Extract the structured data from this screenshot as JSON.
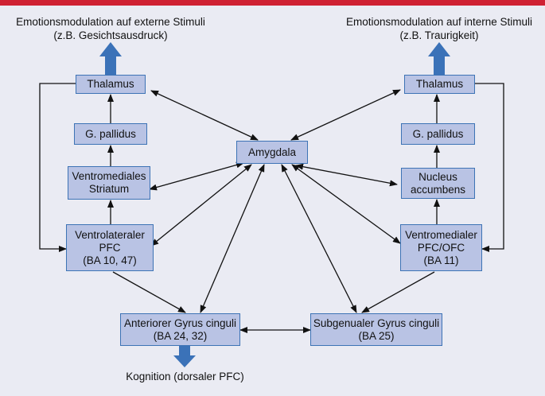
{
  "colors": {
    "top_bar": "#cf2133",
    "background": "#eaebf3",
    "box_fill": "#b9c3e4",
    "box_border": "#3d73b5",
    "block_arrow": "#3b72b8",
    "line": "#111111"
  },
  "captions": {
    "left_title": "Emotionsmodulation auf externe Stimuli",
    "left_subtitle": "(z.B. Gesichtsausdruck)",
    "right_title": "Emotionsmodulation auf interne Stimuli",
    "right_subtitle": "(z.B. Traurigkeit)",
    "bottom": "Kognition (dorsaler PFC)"
  },
  "nodes": {
    "thalamus_left": {
      "line1": "Thalamus"
    },
    "pallidus_left": {
      "line1": "G. pallidus"
    },
    "striatum": {
      "line1": "Ventromediales",
      "line2": "Striatum"
    },
    "vlpfc": {
      "line1": "Ventrolateraler",
      "line2": "PFC",
      "line3": "(BA 10, 47)"
    },
    "amygdala": {
      "line1": "Amygdala"
    },
    "thalamus_right": {
      "line1": "Thalamus"
    },
    "pallidus_right": {
      "line1": "G. pallidus"
    },
    "accumbens": {
      "line1": "Nucleus",
      "line2": "accumbens"
    },
    "vmpfc": {
      "line1": "Ventromedialer",
      "line2": "PFC/OFC",
      "line3": "(BA 11)"
    },
    "acc": {
      "line1": "Anteriorer Gyrus cinguli",
      "line2": "(BA 24, 32)"
    },
    "sgacc": {
      "line1": "Subgenualer Gyrus cinguli",
      "line2": "(BA 25)"
    }
  }
}
